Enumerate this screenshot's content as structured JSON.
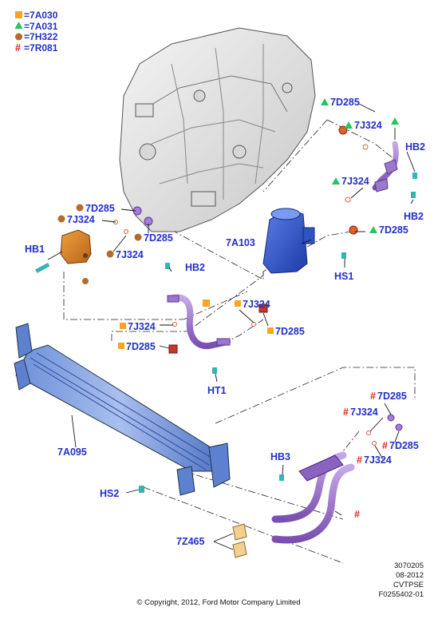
{
  "legend": [
    {
      "symbol": "square",
      "color": "#f5a623",
      "code": "7A030"
    },
    {
      "symbol": "triangle",
      "color": "#22c55e",
      "code": "7A031"
    },
    {
      "symbol": "circle",
      "color": "#b86a2a",
      "code": "7H322"
    },
    {
      "symbol": "hash",
      "color": "#e31b1b",
      "code": "7R081"
    }
  ],
  "labels": {
    "tr_7d285": "7D285",
    "tr_7j324": "7J324",
    "tr_hb2": "HB2",
    "mid_7j324": "7J324",
    "mid_hb2": "HB2",
    "right_7d285": "7D285",
    "left_7d285": "7D285",
    "left_7j324": "7J324",
    "left_7d285b": "7D285",
    "left_7j324b": "7J324",
    "hb1": "HB1",
    "a7a103": "7A103",
    "hs1": "HS1",
    "hb2_center": "HB2",
    "c_7j324_right": "7J324",
    "c_7j324_left": "7J324",
    "c_7d285_right": "7D285",
    "c_7d285_left": "7D285",
    "ht1": "HT1",
    "a7a095": "7A095",
    "hb3": "HB3",
    "hs2": "HS2",
    "a7z465": "7Z465",
    "br_7d285_top": "7D285",
    "br_7j324_top": "7J324",
    "br_7d285_right": "7D285",
    "br_7j324_right": "7J324",
    "hash_mark": "#"
  },
  "footer": {
    "code1": "3070205",
    "date": "08-2012",
    "model": "CVTPSE",
    "figure": "F0255402-01",
    "copyright": "© Copyright, 2012, Ford Motor Company Limited"
  }
}
